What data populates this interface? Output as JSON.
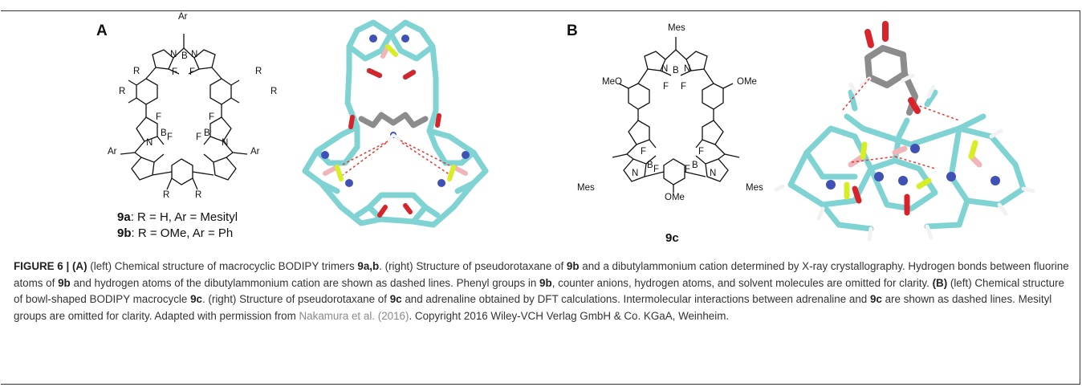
{
  "panel_a": {
    "letter": "A",
    "scheme": {
      "ar_top": "Ar",
      "ar_left": "Ar",
      "ar_right": "Ar",
      "r": "R",
      "n": "N",
      "b": "B",
      "f": "F",
      "b_minus": "−",
      "n_plus": "+"
    },
    "legend": {
      "line1_bold": "9a",
      "line1_rest": ": R = H, Ar = Mesityl",
      "line2_bold": "9b",
      "line2_rest": ": R = OMe, Ar = Ph"
    }
  },
  "panel_b": {
    "letter": "B",
    "scheme": {
      "mes_top": "Mes",
      "mes_left": "Mes",
      "mes_right": "Mes",
      "ome_left": "MeO",
      "ome_right": "OMe",
      "ome_bottom": "OMe",
      "n": "N",
      "b": "B",
      "f": "F"
    },
    "label_bold": "9c"
  },
  "colors": {
    "carbon": "#7fd3d3",
    "nitrogen": "#3f51b5",
    "oxygen": "#d9232a",
    "boron": "#f0b4b9",
    "fluorine": "#d7ee26",
    "hydrogen": "#f2f2f2",
    "grey": "#8c8c8c",
    "hbond": "#e53935"
  },
  "caption": {
    "fig": "FIGURE 6 |",
    "a": "(A)",
    "t1": " (left) Chemical structure of macrocyclic BODIPY trimers ",
    "c1": "9a,b",
    "t2": ". (right) Structure of pseudorotaxane of ",
    "c2": "9b",
    "t3": " and a dibutylammonium cation determined by X-ray crystallography. Hydrogen bonds between fluorine atoms of ",
    "c3": "9b",
    "t4": " and hydrogen atoms of the dibutylammonium cation are shown as dashed lines. Phenyl groups in ",
    "c4": "9b",
    "t5": ", counter anions, hydrogen atoms, and solvent molecules are omitted for clarity. ",
    "b": "(B)",
    "t6": " (left) Chemical structure of bowl-shaped BODIPY macrocycle ",
    "c5": "9c",
    "t7": ". (right) Structure of pseudorotaxane of ",
    "c6": "9c",
    "t8": " and adrenaline obtained by DFT calculations. Intermolecular interactions between adrenaline and ",
    "c7": "9c",
    "t9": " are shown as dashed lines. Mesityl groups are omitted for clarity. Adapted with permission from ",
    "ref": "Nakamura et al. (2016)",
    "t10": ". Copyright 2016 Wiley-VCH Verlag GmbH & Co. KGaA, Weinheim."
  }
}
